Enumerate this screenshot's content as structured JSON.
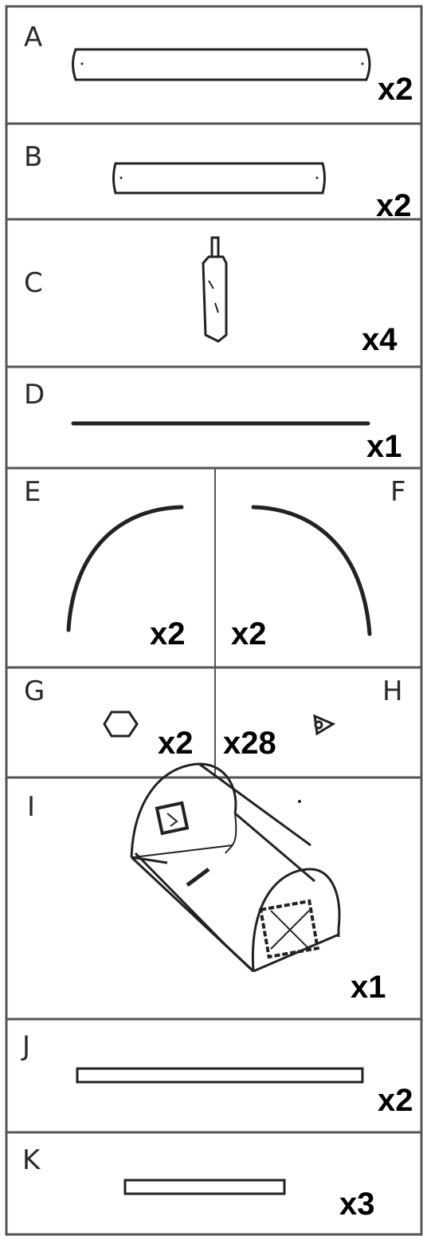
{
  "parts": [
    {
      "id": "A",
      "letter": "A",
      "qty": "x2"
    },
    {
      "id": "B",
      "letter": "B",
      "qty": "x2"
    },
    {
      "id": "C",
      "letter": "C",
      "qty": "x4"
    },
    {
      "id": "D",
      "letter": "D",
      "qty": "x1"
    },
    {
      "id": "E",
      "letter": "E",
      "qty": "x2"
    },
    {
      "id": "F",
      "letter": "F",
      "qty": "x2"
    },
    {
      "id": "G",
      "letter": "G",
      "qty": "x2"
    },
    {
      "id": "H",
      "letter": "H",
      "qty": "x28"
    },
    {
      "id": "I",
      "letter": "I",
      "qty": "x1"
    },
    {
      "id": "J",
      "letter": "J",
      "qty": "x2"
    },
    {
      "id": "K",
      "letter": "K",
      "qty": "x3"
    }
  ],
  "colors": {
    "line": "#333333",
    "border": "#555555",
    "background": "#ffffff"
  }
}
